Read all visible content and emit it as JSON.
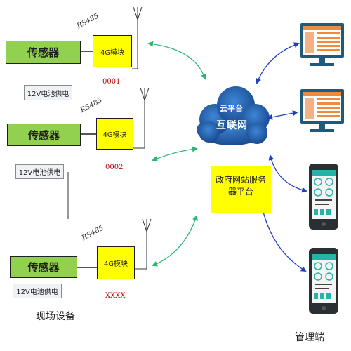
{
  "field_units": [
    {
      "sensor": "传感器",
      "module": "4G模块",
      "battery": "12V电池供电",
      "protocol": "RS485",
      "id": "0001"
    },
    {
      "sensor": "传感器",
      "module": "4G模块",
      "battery": "12V电池供电",
      "protocol": "RS485",
      "id": "0002"
    },
    {
      "sensor": "传感器",
      "module": "4G模块",
      "battery": "12V电池供电",
      "protocol": "RS485",
      "id": "XXXX"
    }
  ],
  "cloud": {
    "line1": "云平台",
    "line2": "互联网"
  },
  "server": {
    "line1": "政府网站服务",
    "line2": "器平台"
  },
  "footer": {
    "field_equipment": "现场设备",
    "management": "管理端"
  },
  "colors": {
    "sensor_fill": "#92d050",
    "module_fill": "#ffff00",
    "server_fill": "#ffff00",
    "cloud_fill": "#1f5fa8",
    "green_link": "#2bb673",
    "blue_link": "#1f3fbf",
    "id_text": "#c00000",
    "monitor_screen": "#f08a3c",
    "phone_screen": "#27b3a8"
  },
  "icons": [
    "antenna-icon",
    "cloud-icon",
    "monitor-icon",
    "smartphone-icon"
  ]
}
